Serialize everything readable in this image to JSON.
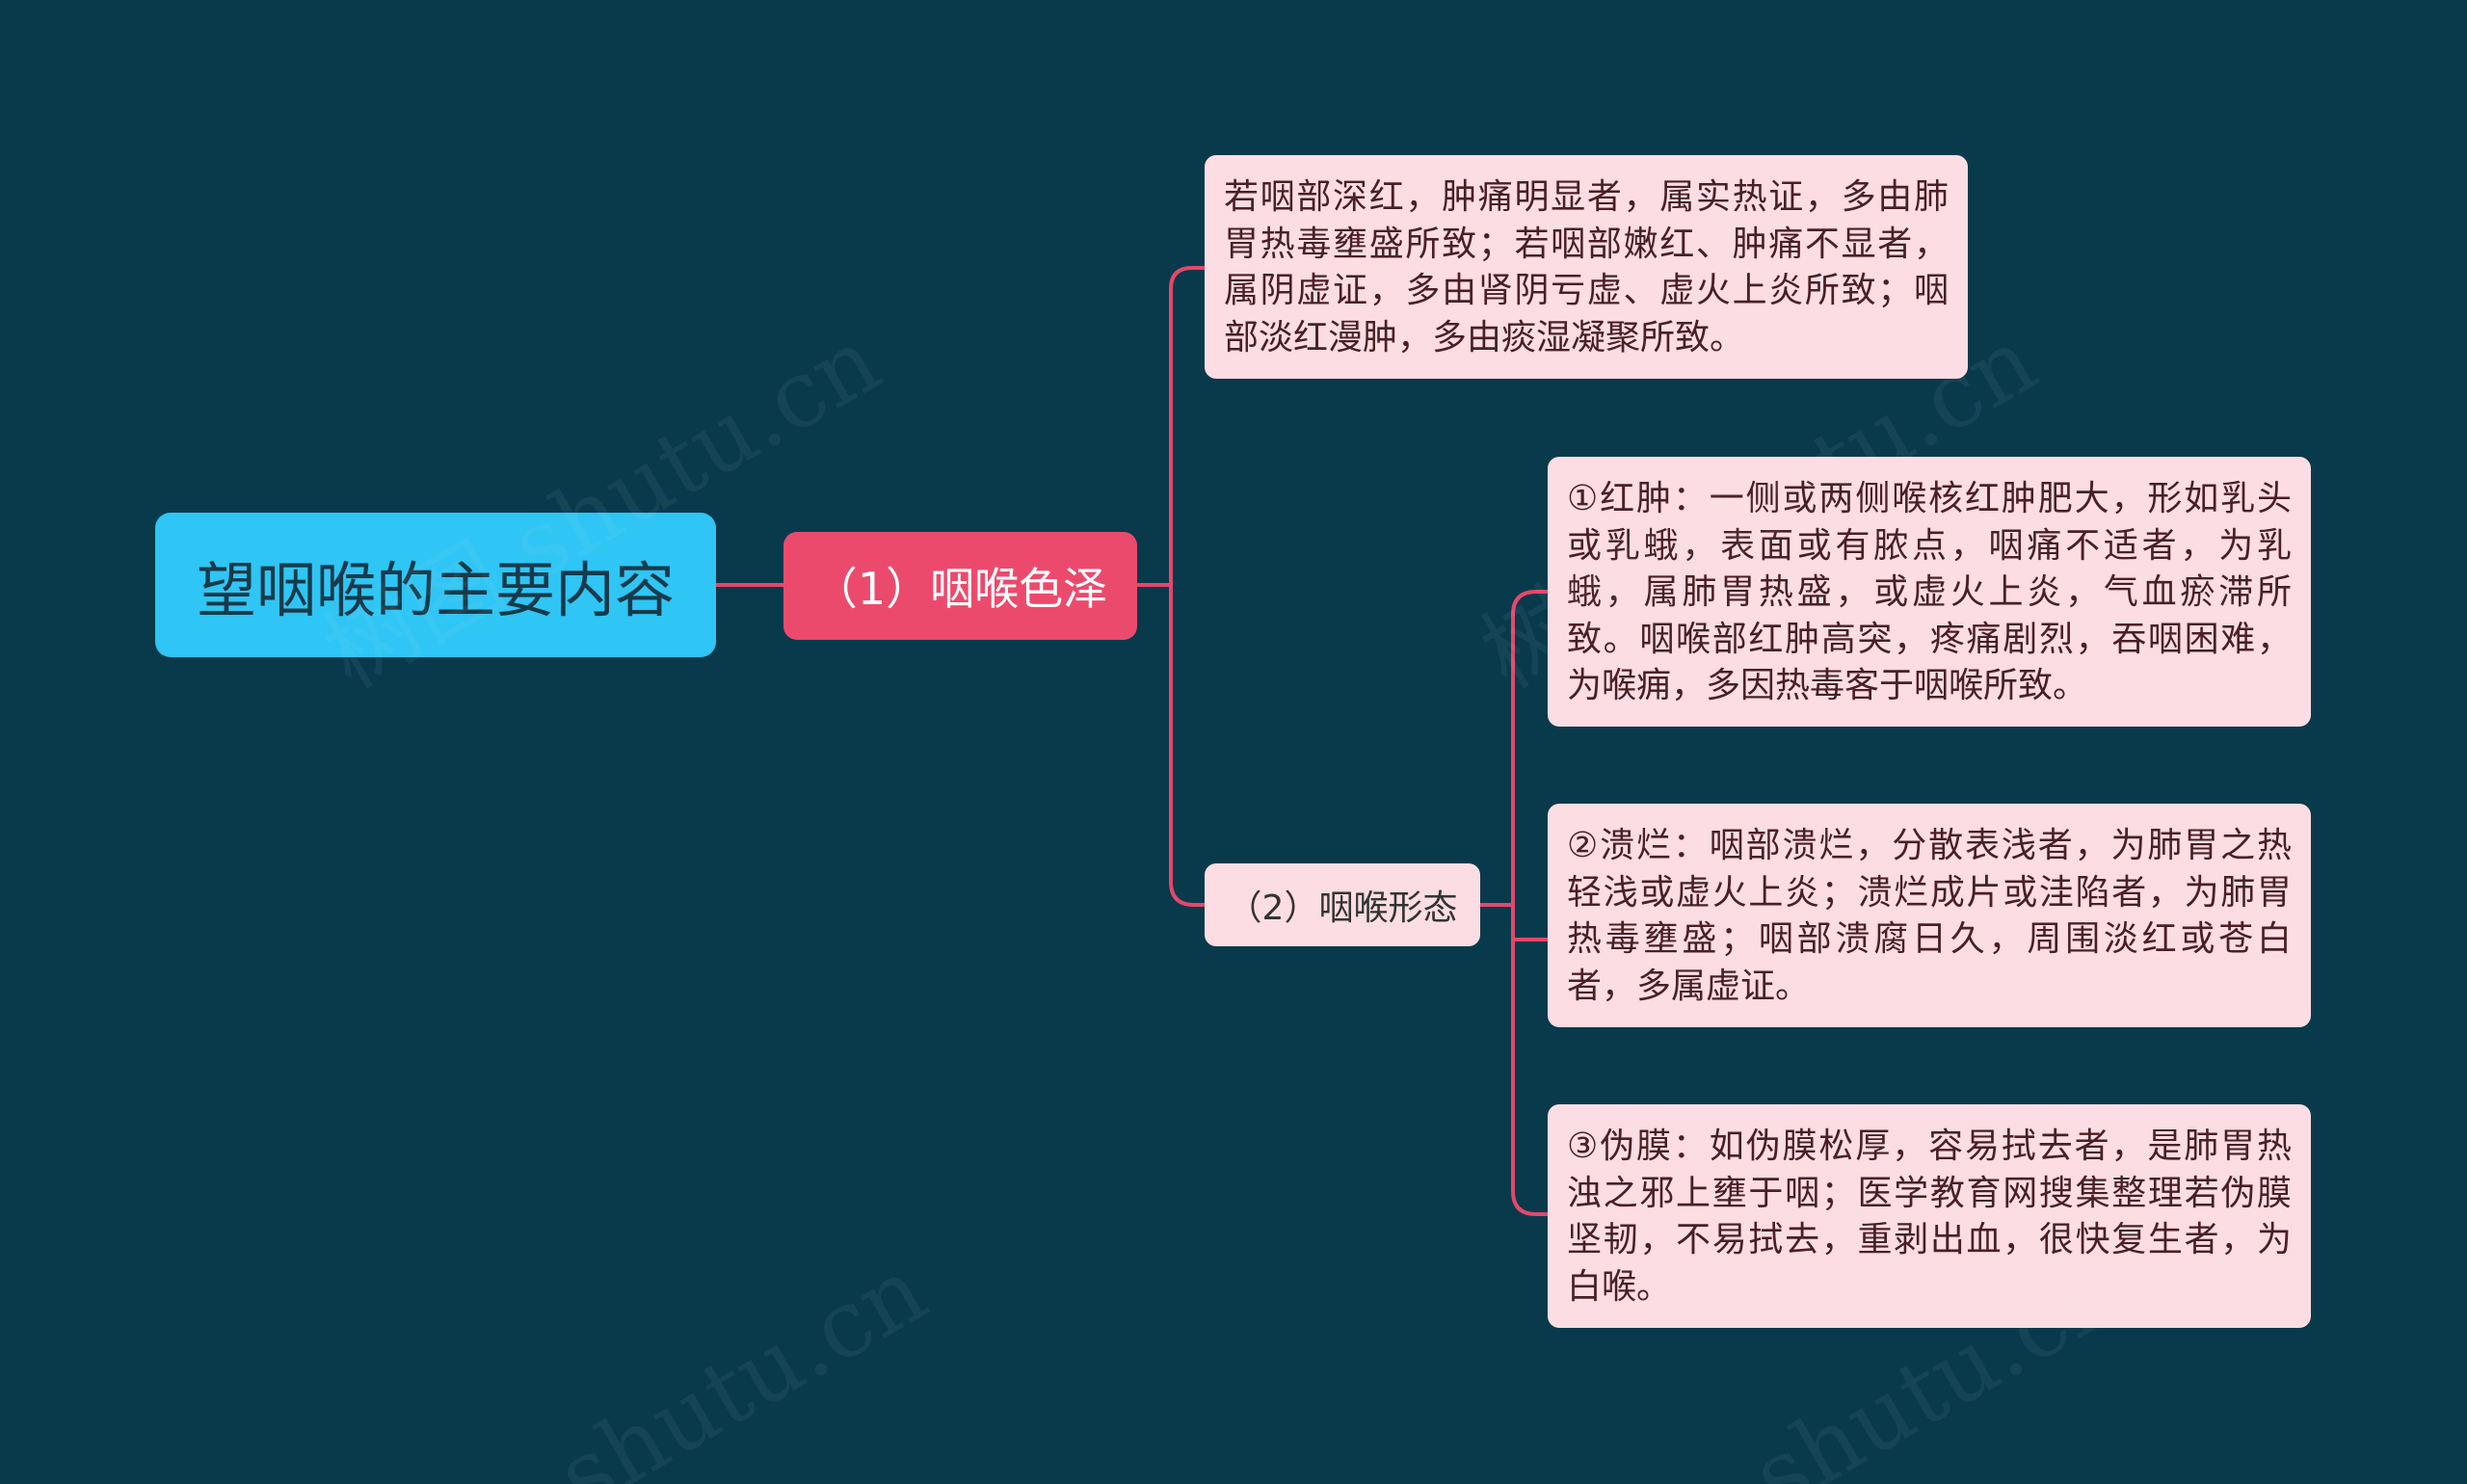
{
  "mindmap": {
    "root": {
      "label": "望咽喉的主要内容"
    },
    "branches": [
      {
        "label": "（1）咽喉色泽",
        "children": [
          {
            "text": "若咽部深红，肿痛明显者，属实热证，多由肺胃热毒壅盛所致；若咽部嫩红、肿痛不显者，属阴虚证，多由肾阴亏虚、虚火上炎所致；咽部淡红漫肿，多由痰湿凝聚所致。"
          }
        ]
      },
      {
        "label": "（2）咽喉形态",
        "children": [
          {
            "text": "①红肿：一侧或两侧喉核红肿肥大，形如乳头或乳蛾，表面或有脓点，咽痛不适者，为乳蛾，属肺胃热盛，或虚火上炎，气血瘀滞所致。咽喉部红肿高突，疼痛剧烈，吞咽困难，为喉痈，多因热毒客于咽喉所致。"
          },
          {
            "text": "②溃烂：咽部溃烂，分散表浅者，为肺胃之热轻浅或虚火上炎；溃烂成片或洼陷者，为肺胃热毒壅盛；咽部溃腐日久，周围淡红或苍白者，多属虚证。"
          },
          {
            "text": "③伪膜：如伪膜松厚，容易拭去者，是肺胃热浊之邪上壅于咽；医学教育网搜集整理若伪膜坚韧，不易拭去，重剥出血，很快复生者，为白喉。"
          }
        ]
      }
    ]
  },
  "watermarks": [
    "树图 shutu.cn",
    "树图 shutu.cn",
    "shutu.cn",
    "shutu.cn"
  ],
  "colors": {
    "background": "#083a4c",
    "root_fill": "#2fc5f4",
    "branch_fill": "#ec4a6c",
    "leaf_fill": "#fbdde3",
    "connector": "#e5476b"
  }
}
